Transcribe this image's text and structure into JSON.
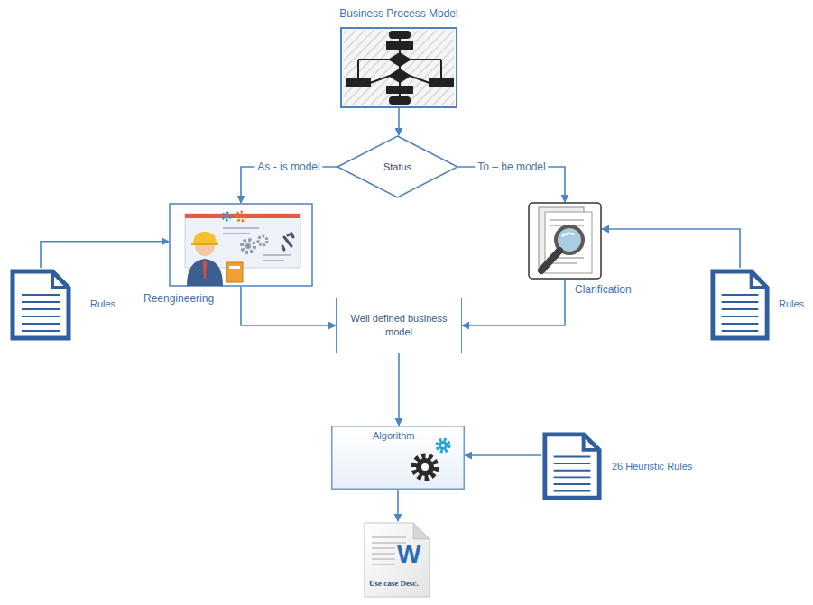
{
  "diagram": {
    "nodes": [
      {
        "text": [
          "Business Process Model"
        ]
      },
      {
        "text": [
          "Status"
        ]
      },
      {
        "text": [
          "Reengineering"
        ]
      },
      {
        "text": [
          "Clarification"
        ]
      },
      {
        "text": [
          "Rules"
        ]
      },
      {
        "text": [
          "Rules"
        ]
      },
      {
        "text": [
          "Well defined business model"
        ]
      },
      {
        "text": [
          "Algorithm"
        ]
      },
      {
        "text": [
          "26 Heuristic Rules"
        ]
      },
      {
        "text": [
          "W",
          "Use case Desc."
        ]
      }
    ],
    "edges": [
      {
        "from": 0,
        "to": 1,
        "arrow": "to"
      },
      {
        "from": 1,
        "to": 2,
        "label": "As - is model",
        "arrow": "to"
      },
      {
        "from": 1,
        "to": 3,
        "label": "To – be model",
        "arrow": "to"
      },
      {
        "from": 4,
        "to": 2,
        "arrow": "to"
      },
      {
        "from": 5,
        "to": 3,
        "arrow": "to"
      },
      {
        "from": 2,
        "to": 6,
        "arrow": "to"
      },
      {
        "from": 3,
        "to": 6,
        "arrow": "to"
      },
      {
        "from": 6,
        "to": 7,
        "arrow": "to"
      },
      {
        "from": 8,
        "to": 7,
        "arrow": "to"
      },
      {
        "from": 7,
        "to": 9,
        "arrow": "to"
      }
    ]
  }
}
